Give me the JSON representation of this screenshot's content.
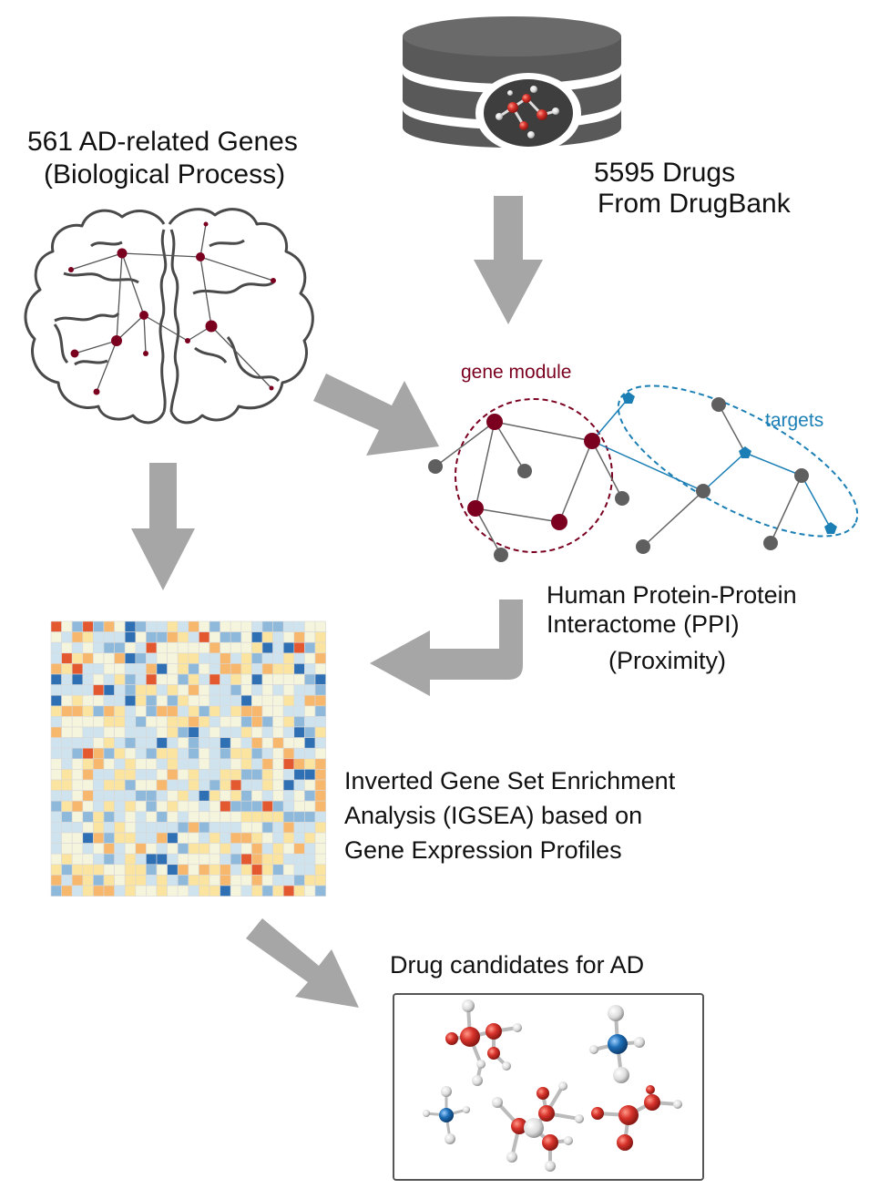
{
  "genes": {
    "line1": "561 AD-related Genes",
    "line2": "(Biological Process)"
  },
  "drugs": {
    "line1": "5595 Drugs",
    "line2": "From DrugBank"
  },
  "network": {
    "module_label": "gene module",
    "targets_label": "targets",
    "caption_line1": "Human Protein-Protein",
    "caption_line2": "Interactome (PPI)",
    "caption_line3": "(Proximity)"
  },
  "igsea": {
    "line1": "Inverted Gene Set Enrichment",
    "line2": "Analysis (IGSEA) based on",
    "line3": "Gene Expression Profiles"
  },
  "candidates": {
    "title": "Drug candidates for AD"
  },
  "colors": {
    "arrow": "#a6a6a6",
    "database": "#595959",
    "gene_node": "#7b0020",
    "other_node": "#5f5f5f",
    "target_node": "#1b7fb5",
    "atom_red": "#d8332b",
    "atom_blue": "#1e6fb8",
    "atom_white": "#e8e8e8",
    "heatmap_scale": [
      "#2f6fb3",
      "#8fb9db",
      "#cfe3ef",
      "#f5f4dc",
      "#fbe3a0",
      "#f7b86d",
      "#e3582f"
    ]
  },
  "icons": [
    "database-icon",
    "molecule-icon",
    "brain-outline-icon"
  ]
}
